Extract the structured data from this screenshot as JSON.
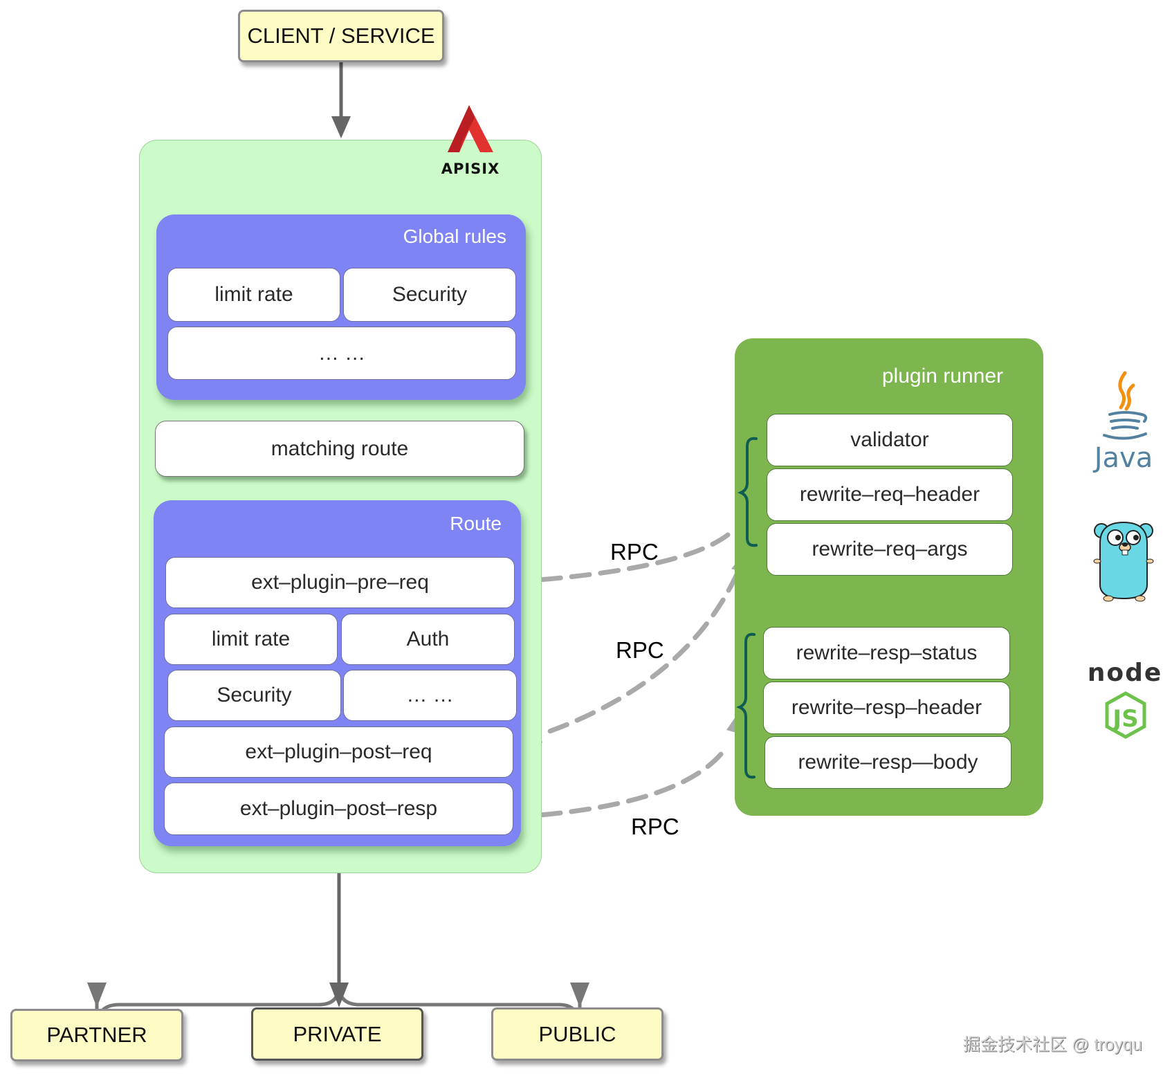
{
  "title": "APISIX plugin runner architecture",
  "client": {
    "label": "CLIENT / SERVICE"
  },
  "apisix": {
    "logo_text": "APISIX",
    "global_rules": {
      "title": "Global rules",
      "items": [
        "limit rate",
        "Security",
        "… …"
      ]
    },
    "matching_route": "matching route",
    "route": {
      "title": "Route",
      "items": [
        "ext–plugin–pre–req",
        "limit rate",
        "Auth",
        "Security",
        "… …",
        "ext–plugin–post–req",
        "ext–plugin–post–resp"
      ]
    }
  },
  "rpc_labels": [
    "RPC",
    "RPC",
    "RPC"
  ],
  "plugin_runner": {
    "title": "plugin runner",
    "request_plugins": [
      "validator",
      "rewrite–req–header",
      "rewrite–req–args"
    ],
    "response_plugins": [
      "rewrite–resp–status",
      "rewrite–resp–header",
      "rewrite–resp—body"
    ]
  },
  "languages": {
    "java": "Java",
    "go": "go-gopher",
    "node": {
      "top": "node",
      "bottom": "JS"
    }
  },
  "upstreams": [
    "PARTNER",
    "PRIVATE",
    "PUBLIC"
  ],
  "watermark": "掘金技术社区 @ troyqu",
  "colors": {
    "client_fill": "#fdfcc4",
    "apisix_frame": "#ccfac8",
    "panel_blue": "#7e84f3",
    "runner_green": "#7db54f",
    "brace": "#0f5c52",
    "rpc_arrow": "#a9a9a9",
    "flow_arrow": "#6b6b6b",
    "apisix_red": "#e2322f"
  }
}
